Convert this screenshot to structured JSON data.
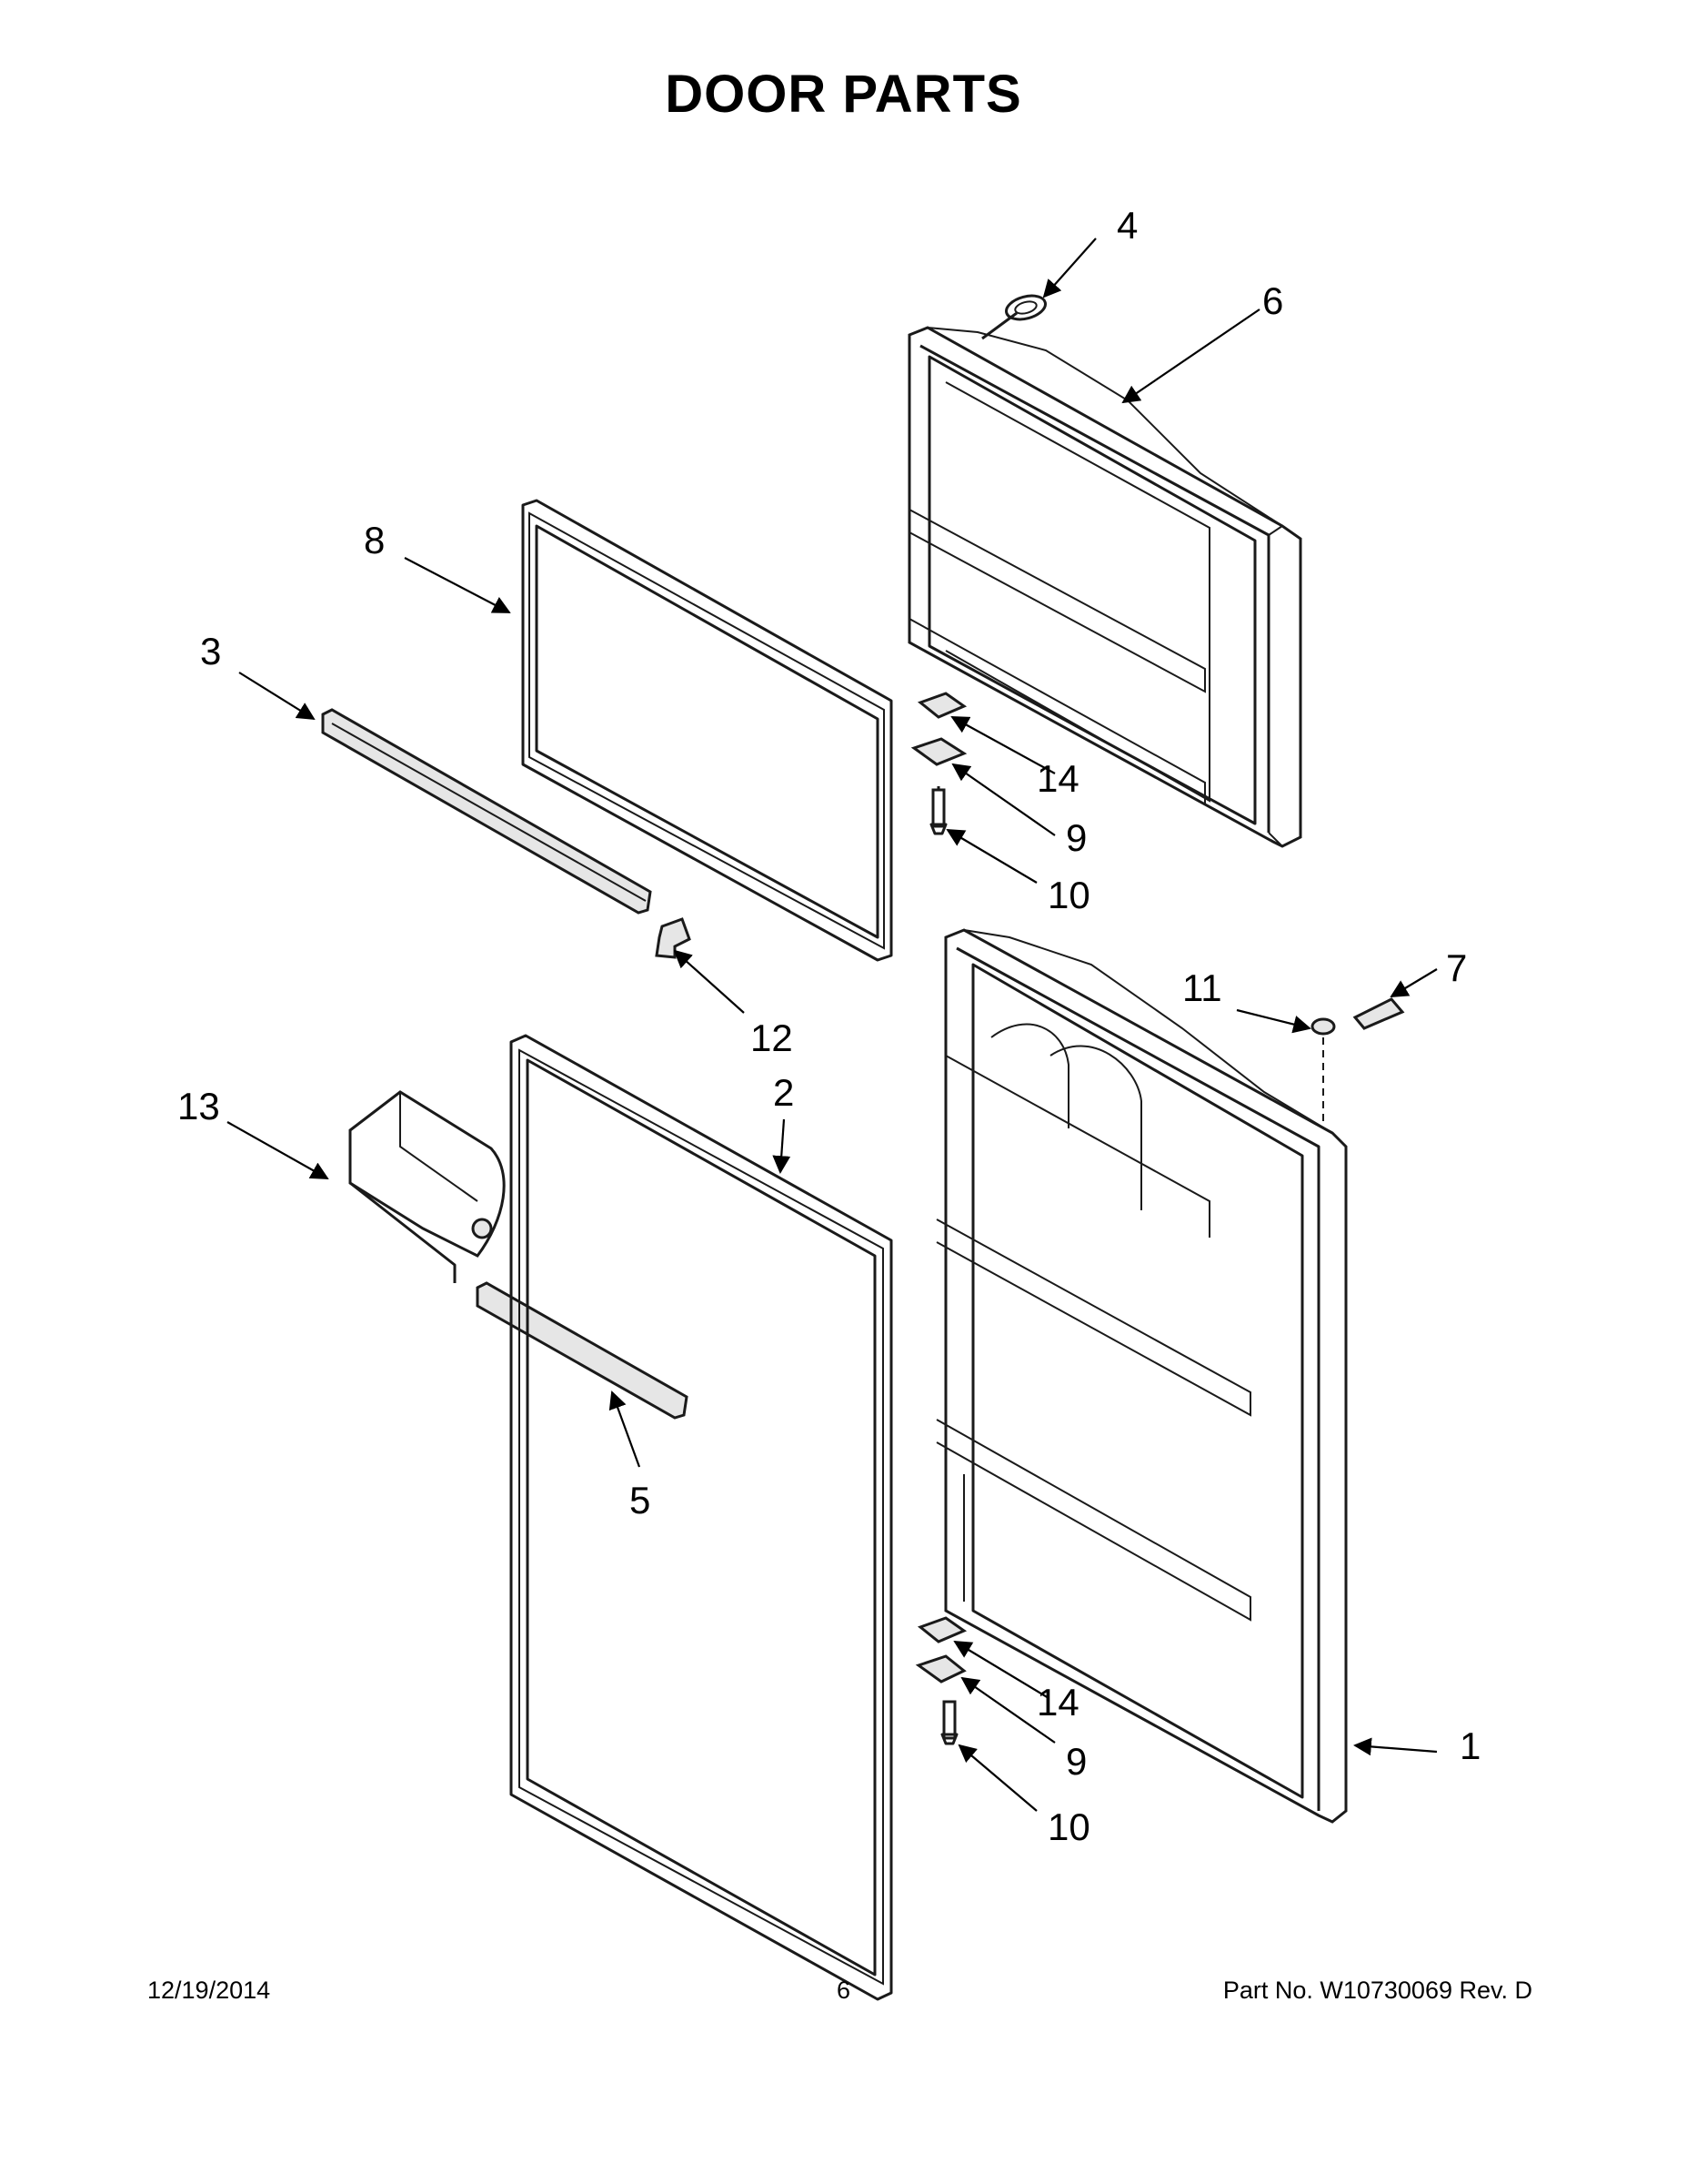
{
  "title": "DOOR PARTS",
  "callouts": {
    "c1": "1",
    "c2": "2",
    "c3": "3",
    "c4": "4",
    "c5": "5",
    "c6": "6",
    "c7": "7",
    "c8": "8",
    "c9a": "9",
    "c9b": "9",
    "c10a": "10",
    "c10b": "10",
    "c11": "11",
    "c12": "12",
    "c13": "13",
    "c14a": "14",
    "c14b": "14"
  },
  "footer": {
    "date": "12/19/2014",
    "page": "6",
    "part_no": "Part No.  W10730069   Rev.  D"
  }
}
